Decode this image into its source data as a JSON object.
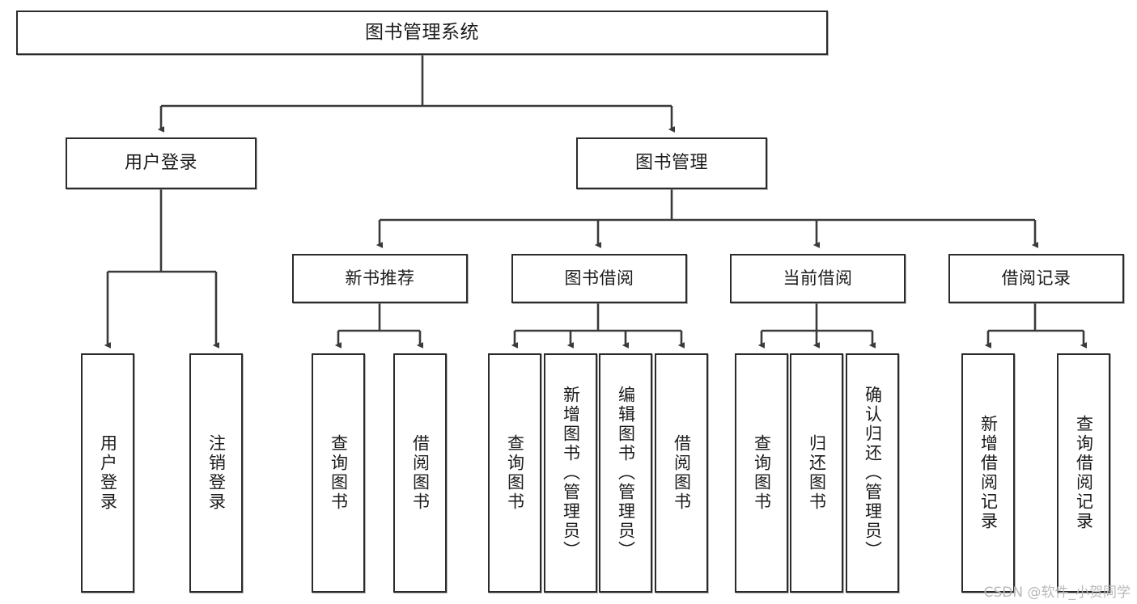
{
  "diagram": {
    "title": "图书管理系统",
    "type": "tree",
    "watermark": "CSDN @软件_小贺同学",
    "colors": {
      "box_border": "#2b2b2b",
      "box_fill": "#ffffff",
      "edge": "#3a3a3a",
      "text": "#1b1b1b",
      "watermark": "#b9b9b9"
    },
    "nodes": {
      "root": {
        "label": "图书管理系统"
      },
      "level2": [
        {
          "id": "user-login",
          "label": "用户登录"
        },
        {
          "id": "book-management",
          "label": "图书管理"
        }
      ],
      "level3": [
        {
          "id": "new-book-recommend",
          "label": "新书推荐"
        },
        {
          "id": "book-borrow",
          "label": "图书借阅"
        },
        {
          "id": "current-borrow",
          "label": "当前借阅"
        },
        {
          "id": "borrow-record",
          "label": "借阅记录"
        }
      ],
      "leaves": {
        "user_login": [
          {
            "id": "leaf-user-login",
            "label": "用户登录"
          },
          {
            "id": "leaf-logout-login",
            "label": "注销登录"
          }
        ],
        "new_book_recommend": [
          {
            "id": "leaf-query-book-1",
            "label": "查询图书"
          },
          {
            "id": "leaf-borrow-book-1",
            "label": "借阅图书"
          }
        ],
        "book_borrow": [
          {
            "id": "leaf-query-book-2",
            "label": "查询图书"
          },
          {
            "id": "leaf-add-book-admin",
            "label": "新增图书（管理员）"
          },
          {
            "id": "leaf-edit-book-admin",
            "label": "编辑图书（管理员）"
          },
          {
            "id": "leaf-borrow-book-2",
            "label": "借阅图书"
          }
        ],
        "current_borrow": [
          {
            "id": "leaf-query-book-3",
            "label": "查询图书"
          },
          {
            "id": "leaf-return-book",
            "label": "归还图书"
          },
          {
            "id": "leaf-confirm-return-admin",
            "label": "确认归还（管理员）"
          }
        ],
        "borrow_record": [
          {
            "id": "leaf-add-borrow-record",
            "label": "新增借阅记录"
          },
          {
            "id": "leaf-query-borrow-record",
            "label": "查询借阅记录"
          }
        ]
      }
    }
  }
}
